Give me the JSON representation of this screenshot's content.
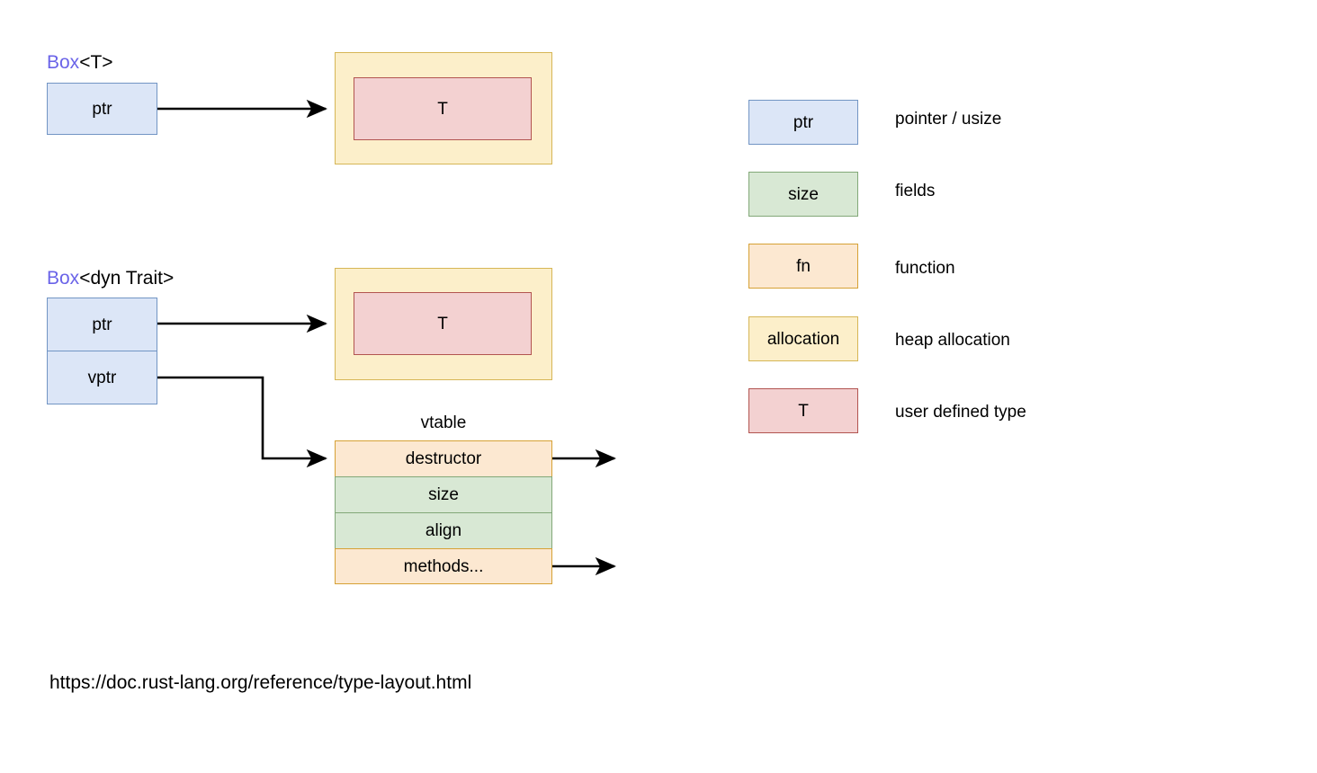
{
  "diagram": {
    "title_box_t": {
      "prefix": "Box",
      "suffix": "<T>"
    },
    "title_box_dyn": {
      "prefix": "Box",
      "suffix": "<dyn Trait>"
    },
    "box_t": {
      "ptr_label": "ptr",
      "allocation_inner_label": "T"
    },
    "box_dyn": {
      "ptr_label": "ptr",
      "vptr_label": "vptr",
      "allocation_inner_label": "T"
    },
    "vtable": {
      "caption": "vtable",
      "rows": [
        {
          "label": "destructor",
          "kind": "fn",
          "has_pointer_dot": true
        },
        {
          "label": "size",
          "kind": "field",
          "has_pointer_dot": false
        },
        {
          "label": "align",
          "kind": "field",
          "has_pointer_dot": false
        },
        {
          "label": "methods...",
          "kind": "fn",
          "has_pointer_dot": true
        }
      ]
    },
    "source_url": "https://doc.rust-lang.org/reference/type-layout.html"
  },
  "legend": {
    "items": [
      {
        "swatch_label": "ptr",
        "description": "pointer / usize",
        "kind": "ptr"
      },
      {
        "swatch_label": "size",
        "description": "fields",
        "kind": "field"
      },
      {
        "swatch_label": "fn",
        "description": "function",
        "kind": "fn"
      },
      {
        "swatch_label": "allocation",
        "description": "heap allocation",
        "kind": "alloc"
      },
      {
        "swatch_label": "T",
        "description": "user defined type",
        "kind": "udt"
      }
    ]
  },
  "colors": {
    "ptr_fill": "#dce6f7",
    "ptr_border": "#7295c4",
    "field_fill": "#d8e8d4",
    "field_border": "#82a878",
    "fn_fill": "#fce8d1",
    "fn_border": "#d6a135",
    "alloc_fill": "#fcefca",
    "alloc_border": "#d6b656",
    "udt_fill": "#f3d1d1",
    "udt_border": "#b25450",
    "keyword_text": "#6a63e8",
    "arrow": "#000000"
  }
}
